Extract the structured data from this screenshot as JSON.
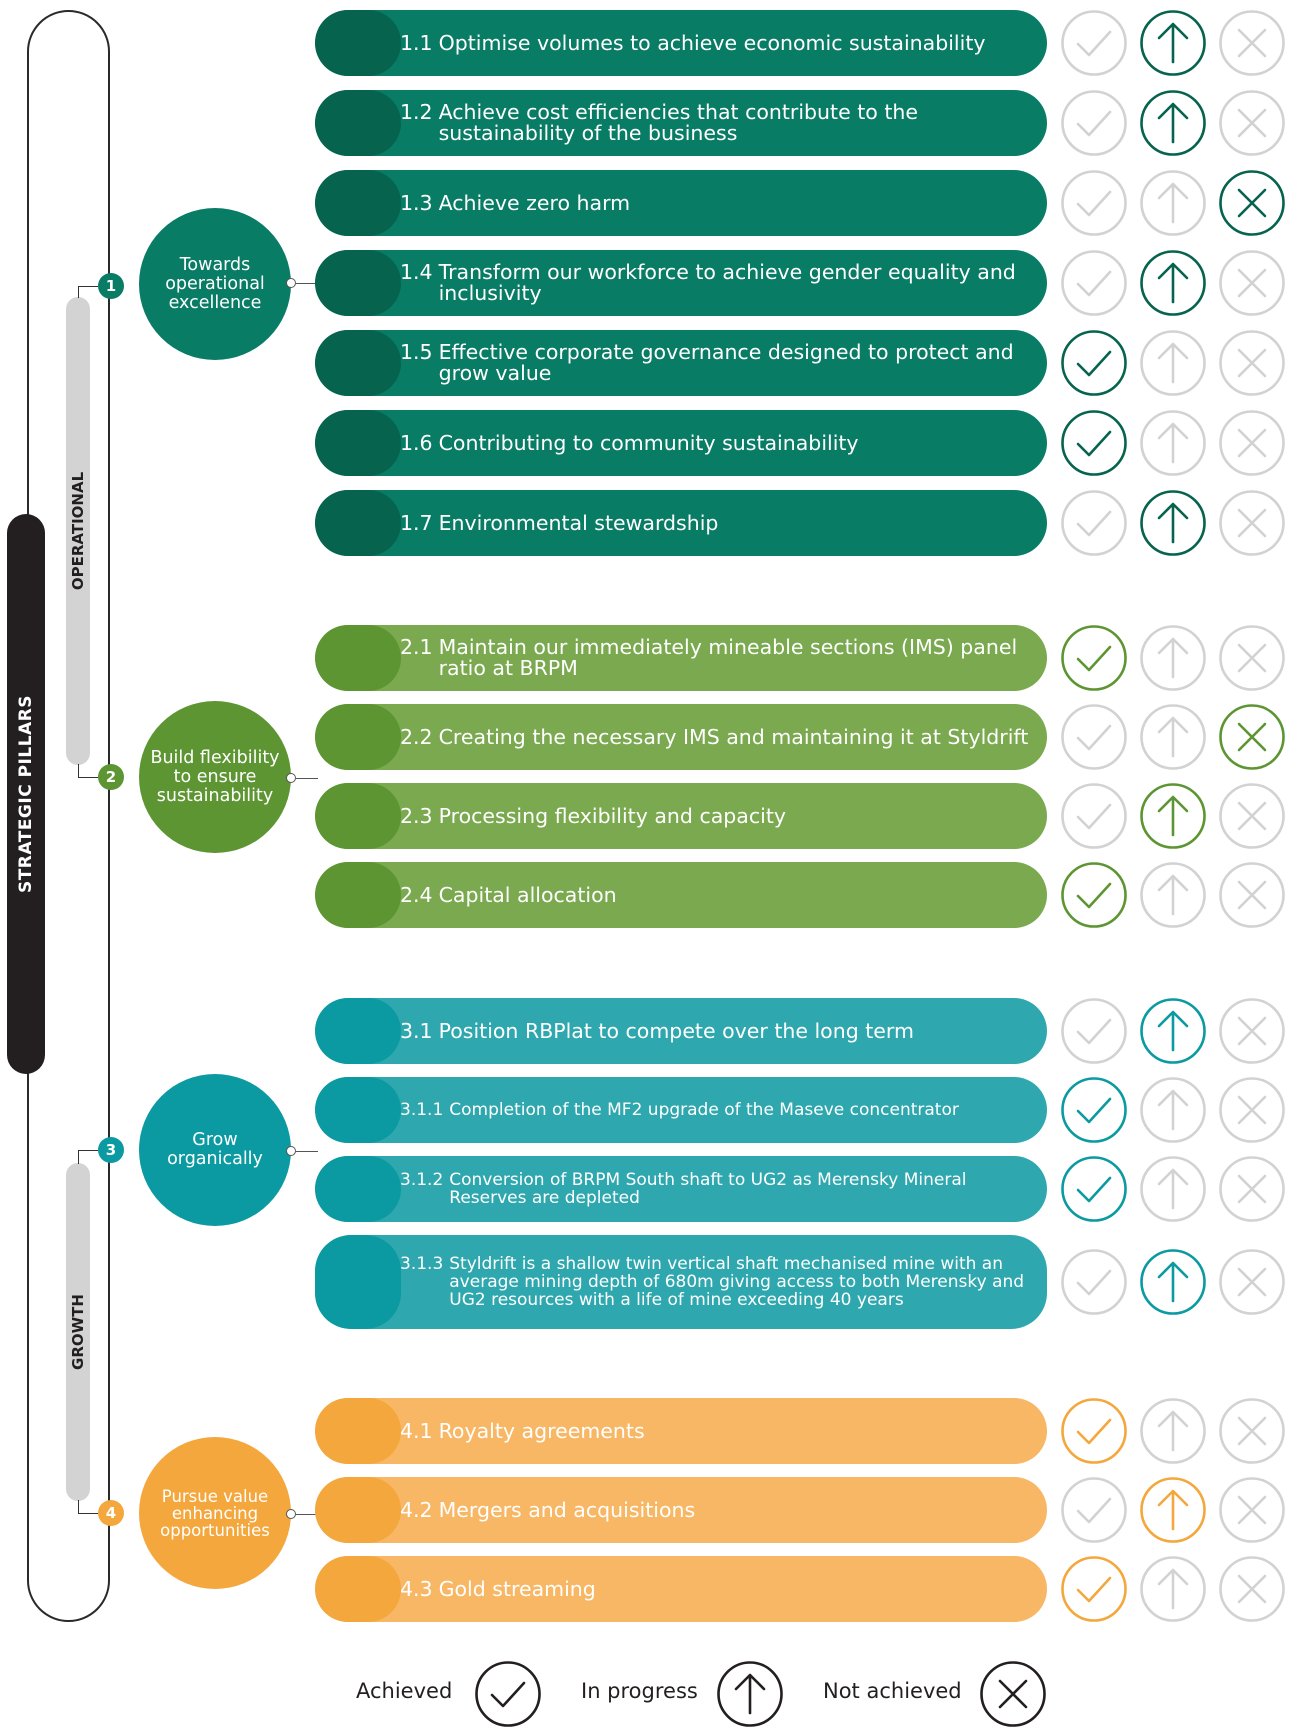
{
  "spine_title": "STRATEGIC PILLARS",
  "pillars": [
    {
      "label": "OPERATIONAL"
    },
    {
      "label": "GROWTH"
    }
  ],
  "groups": [
    {
      "number": "1",
      "title": "Towards operational excellence",
      "color": "#097c65",
      "cap_color": "#05634e",
      "inactive": "#d2d2d2"
    },
    {
      "number": "2",
      "title": "Build flexibility to ensure sustainability",
      "color": "#7aa94f",
      "cap_color": "#5d9532",
      "inactive": "#d2d2d2"
    },
    {
      "number": "3",
      "title": "Grow organically",
      "color": "#2ea8ae",
      "cap_color": "#0b9aa1",
      "inactive": "#d2d2d2"
    },
    {
      "number": "4",
      "title": "Pursue value enhancing opportunities",
      "color": "#f8b764",
      "cap_color": "#f4a73d",
      "inactive": "#d2d2d2"
    }
  ],
  "rows": [
    {
      "num": "1.1",
      "text": "Optimise volumes to achieve economic sustainability",
      "status": "in-progress",
      "group": 0
    },
    {
      "num": "1.2",
      "text": "Achieve cost efficiencies that contribute to the sustainability of the business",
      "status": "in-progress",
      "group": 0
    },
    {
      "num": "1.3",
      "text": "Achieve zero harm",
      "status": "not-achieved",
      "group": 0
    },
    {
      "num": "1.4",
      "text": "Transform our workforce to achieve gender equality and inclusivity",
      "status": "in-progress",
      "group": 0
    },
    {
      "num": "1.5",
      "text": "Effective corporate governance designed to protect and grow value",
      "status": "achieved",
      "group": 0
    },
    {
      "num": "1.6",
      "text": "Contributing to community sustainability",
      "status": "achieved",
      "group": 0
    },
    {
      "num": "1.7",
      "text": "Environmental stewardship",
      "status": "in-progress",
      "group": 0
    },
    {
      "num": "2.1",
      "text": "Maintain our immediately mineable sections (IMS) panel ratio at BRPM",
      "status": "achieved",
      "group": 1
    },
    {
      "num": "2.2",
      "text": "Creating the necessary IMS and maintaining it at Styldrift",
      "status": "not-achieved",
      "group": 1
    },
    {
      "num": "2.3",
      "text": "Processing flexibility and capacity",
      "status": "in-progress",
      "group": 1
    },
    {
      "num": "2.4",
      "text": "Capital allocation",
      "status": "achieved",
      "group": 1
    },
    {
      "num": "3.1",
      "text": "Position RBPlat to compete over the long term",
      "status": "in-progress",
      "group": 2
    },
    {
      "num": "3.1.1",
      "text": "Completion of the MF2 upgrade of the Maseve concentrator",
      "status": "achieved",
      "group": 2
    },
    {
      "num": "3.1.2",
      "text": "Conversion of BRPM South shaft to UG2 as Merensky Mineral Reserves are depleted",
      "status": "achieved",
      "group": 2
    },
    {
      "num": "3.1.3",
      "text": "Styldrift is a shallow twin vertical shaft mechanised mine with an average mining depth of 680m giving access to both Merensky and UG2 resources with a life of mine exceeding 40 years",
      "status": "in-progress",
      "group": 2
    },
    {
      "num": "4.1",
      "text": "Royalty agreements",
      "status": "achieved",
      "group": 3
    },
    {
      "num": "4.2",
      "text": "Mergers and acquisitions",
      "status": "in-progress",
      "group": 3
    },
    {
      "num": "4.3",
      "text": "Gold streaming",
      "status": "achieved",
      "group": 3
    }
  ],
  "legend": {
    "achieved": "Achieved",
    "in_progress": "In progress",
    "not_achieved": "Not achieved",
    "color": "#231f20"
  }
}
